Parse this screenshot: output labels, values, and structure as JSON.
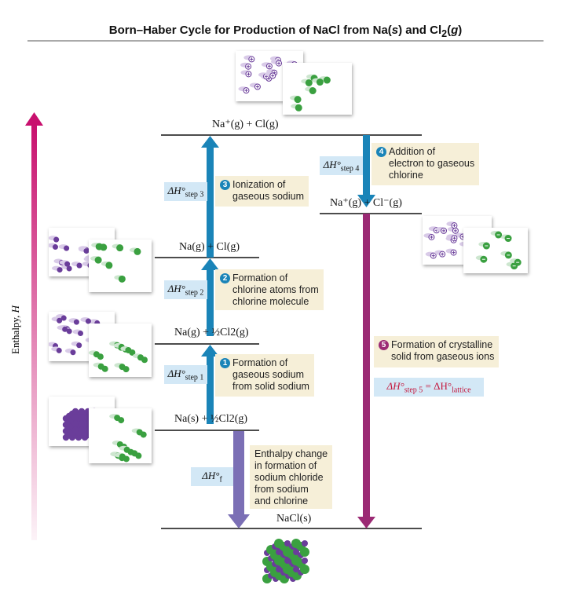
{
  "title": "Born–Haber Cycle for Production of NaCl from Na(s) and Cl2(g)",
  "title_parts": {
    "a": "Born–Haber Cycle for Production of NaCl from Na(",
    "s": "s",
    "b": ") and Cl",
    "sub": "2",
    "c": "(",
    "g": "g",
    "d": ")"
  },
  "axis_label": "Enthalpy, H",
  "axis_label_parts": {
    "text": "Enthalpy, ",
    "var": "H"
  },
  "levels": {
    "ions_gas_atoms": "Na⁺(g) + Cl(g)",
    "ions": "Na⁺(g) + Cl⁻(g)",
    "atoms": "Na(g) + Cl(g)",
    "na_gas_cl2": "Na(g) + ½Cl2(g)",
    "na_solid_cl2": "Na(s) + ½Cl2(g)",
    "nacl": "NaCl(s)"
  },
  "steps": [
    {
      "number": "1",
      "dh": "ΔH°",
      "sub": "step 1",
      "lines": [
        "Formation of",
        "gaseous sodium",
        "from solid sodium"
      ]
    },
    {
      "number": "2",
      "dh": "ΔH°",
      "sub": "step 2",
      "lines": [
        "Formation of",
        "chlorine atoms from",
        "chlorine molecule"
      ]
    },
    {
      "number": "3",
      "dh": "ΔH°",
      "sub": "step 3",
      "lines": [
        "Ionization of",
        "gaseous sodium"
      ]
    },
    {
      "number": "4",
      "dh": "ΔH°",
      "sub": "step 4",
      "lines": [
        "Addition of",
        "electron to gaseous",
        "chlorine"
      ]
    },
    {
      "number": "5",
      "dh": "ΔH°",
      "sub": "step 5",
      "eq": "= ΔH°",
      "eq_sub": "lattice",
      "lines": [
        "Formation of crystalline",
        "solid from gaseous ions"
      ]
    }
  ],
  "formation": {
    "dh": "ΔH°",
    "sub": "f",
    "lines": [
      "Enthalpy change",
      "in formation of",
      "sodium chloride",
      "from sodium",
      "and chlorine"
    ]
  },
  "colors": {
    "blue_arrow": "#1a84b8",
    "purple_arrow": "#9b2a74",
    "formation_arrow": "#7b6fb5",
    "na_atom": "#6a3d9a",
    "cl_atom": "#3aa040",
    "lattice_label": "#c4163c"
  }
}
